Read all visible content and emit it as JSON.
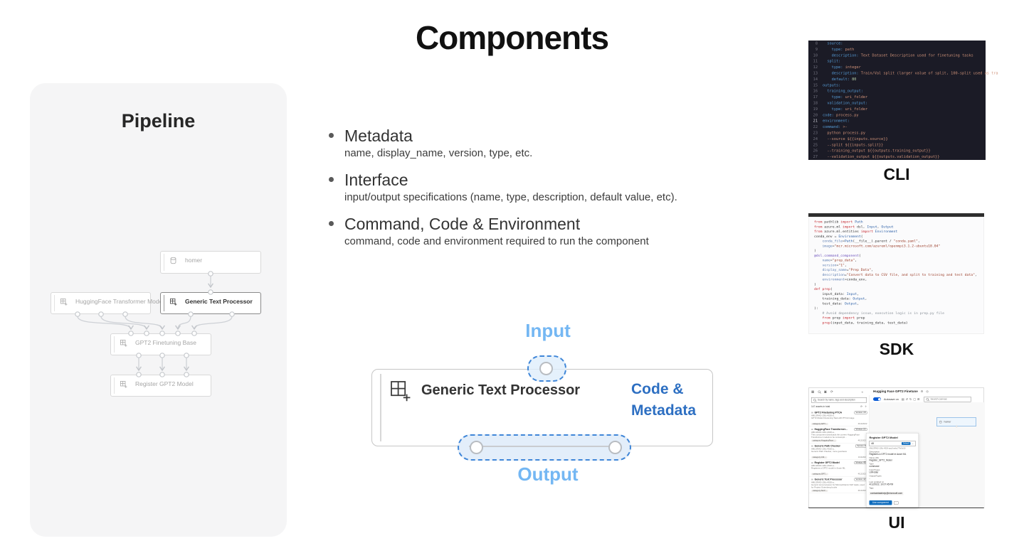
{
  "title": "Components",
  "colors": {
    "port_label_blue": "#74b7f3",
    "side_label_blue": "#2d6fc2",
    "dashed_blue": "#3f86d8",
    "panel_gray": "#f5f5f6",
    "cli_bg": "#1b1b26",
    "ui_accent_blue": "#0f6cbd"
  },
  "pipeline": {
    "heading": "Pipeline",
    "nodes": {
      "homer": "homer",
      "hf": "HuggingFace Transformer Model",
      "gtp": "Generic Text Processor",
      "finetune": "GPT2 Finetuning Base",
      "register": "Register GPT2 Model"
    }
  },
  "bullets": [
    {
      "title": "Metadata",
      "desc": "name, display_name, version, type, etc."
    },
    {
      "title": "Interface",
      "desc": "input/output specifications (name, type, description, default value, etc)."
    },
    {
      "title": "Command, Code & Environment",
      "desc": "command, code and environment required to run the component"
    }
  ],
  "component_diagram": {
    "input_label": "Input",
    "output_label": "Output",
    "card_title": "Generic Text Processor",
    "side_label_line1": "Code &",
    "side_label_line2": "Metadata"
  },
  "cli": {
    "caption": "CLI",
    "lines": [
      {
        "n": "8",
        "parts": [
          [
            "k",
            "  source:"
          ]
        ]
      },
      {
        "n": "9",
        "parts": [
          [
            "k",
            "    type:"
          ],
          [
            "v",
            " path"
          ]
        ]
      },
      {
        "n": "10",
        "parts": [
          [
            "k",
            "    description:"
          ],
          [
            "v",
            " Text Dataset Description used for finetuning tasks"
          ]
        ]
      },
      {
        "n": "11",
        "parts": [
          [
            "k",
            "  split:"
          ]
        ]
      },
      {
        "n": "12",
        "parts": [
          [
            "k",
            "    type:"
          ],
          [
            "v",
            " integer"
          ]
        ]
      },
      {
        "n": "13",
        "parts": [
          [
            "k",
            "    description:"
          ],
          [
            "v",
            " Train/Val split (larger value of split, 100-split used as tra"
          ]
        ]
      },
      {
        "n": "14",
        "parts": [
          [
            "k",
            "    default:"
          ],
          [
            "n",
            " 80"
          ]
        ]
      },
      {
        "n": "15",
        "parts": [
          [
            "k",
            "outputs:"
          ]
        ]
      },
      {
        "n": "16",
        "parts": [
          [
            "k",
            "  training_output:"
          ]
        ]
      },
      {
        "n": "17",
        "parts": [
          [
            "k",
            "    type:"
          ],
          [
            "v",
            " uri_folder"
          ]
        ]
      },
      {
        "n": "18",
        "parts": [
          [
            "k",
            "  validation_output:"
          ]
        ]
      },
      {
        "n": "19",
        "parts": [
          [
            "k",
            "    type:"
          ],
          [
            "v",
            " uri_folder"
          ]
        ]
      },
      {
        "n": "20",
        "parts": [
          [
            "k",
            "code:"
          ],
          [
            "v",
            " process.py"
          ]
        ]
      },
      {
        "n": "21",
        "parts": [
          [
            "k",
            "environment:"
          ]
        ]
      },
      {
        "n": "22",
        "parts": [
          [
            "k",
            "command:"
          ],
          [
            "v",
            " >-"
          ]
        ]
      },
      {
        "n": "23",
        "parts": [
          [
            "v",
            "  python process.py"
          ]
        ]
      },
      {
        "n": "24",
        "parts": [
          [
            "v",
            "  --source ${{inputs.source}}"
          ]
        ]
      },
      {
        "n": "25",
        "parts": [
          [
            "v",
            "  --split ${{inputs.split}}"
          ]
        ]
      },
      {
        "n": "26",
        "parts": [
          [
            "v",
            "  --training_output ${{outputs.training_output}}"
          ]
        ]
      },
      {
        "n": "27",
        "parts": [
          [
            "v",
            "  --validation_output ${{outputs.validation_output}}"
          ]
        ]
      }
    ]
  },
  "sdk": {
    "caption": "SDK",
    "lines": [
      [
        [
          "kw",
          "from"
        ],
        [
          "pl",
          " pathlib "
        ],
        [
          "kw",
          "import"
        ],
        [
          "ty",
          " Path"
        ]
      ],
      [
        [
          "kw",
          "from"
        ],
        [
          "pl",
          " azure.ml "
        ],
        [
          "kw",
          "import"
        ],
        [
          "pl",
          " dsl, "
        ],
        [
          "ty",
          "Input"
        ],
        [
          "pl",
          ", "
        ],
        [
          "ty",
          "Output"
        ]
      ],
      [
        [
          "kw",
          "from"
        ],
        [
          "pl",
          " azure.ml.entities "
        ],
        [
          "kw",
          "import"
        ],
        [
          "ty",
          " Environment"
        ]
      ],
      [
        [
          "pl",
          ""
        ]
      ],
      [
        [
          "pl",
          "conda_env = "
        ],
        [
          "ty",
          "Environment"
        ],
        [
          "pl",
          "("
        ]
      ],
      [
        [
          "pr",
          "    conda_file"
        ],
        [
          "pl",
          "="
        ],
        [
          "ty",
          "Path"
        ],
        [
          "pl",
          "(__file__).parent / "
        ],
        [
          "st",
          "\"conda.yaml\""
        ],
        [
          "pl",
          ","
        ]
      ],
      [
        [
          "pr",
          "    image"
        ],
        [
          "pl",
          "="
        ],
        [
          "st",
          "\"mcr.microsoft.com/azureml/openmpi3.1.2-ubuntu18.04\""
        ]
      ],
      [
        [
          "pl",
          ")"
        ]
      ],
      [
        [
          "pl",
          ""
        ]
      ],
      [
        [
          "dec",
          "@dsl.command_component"
        ],
        [
          "pl",
          "("
        ]
      ],
      [
        [
          "pr",
          "    name"
        ],
        [
          "pl",
          "="
        ],
        [
          "st",
          "\"prep_data\""
        ],
        [
          "pl",
          ","
        ]
      ],
      [
        [
          "pr",
          "    version"
        ],
        [
          "pl",
          "="
        ],
        [
          "st",
          "\"1\""
        ],
        [
          "pl",
          ","
        ]
      ],
      [
        [
          "pr",
          "    display_name"
        ],
        [
          "pl",
          "="
        ],
        [
          "st",
          "\"Prep Data\""
        ],
        [
          "pl",
          ","
        ]
      ],
      [
        [
          "pr",
          "    description"
        ],
        [
          "pl",
          "="
        ],
        [
          "st",
          "\"Convert data to CSV file, and split to training and test data\""
        ],
        [
          "pl",
          ","
        ]
      ],
      [
        [
          "pr",
          "    environment"
        ],
        [
          "pl",
          "=conda_env,"
        ]
      ],
      [
        [
          "pl",
          ")"
        ]
      ],
      [
        [
          "kw",
          "def"
        ],
        [
          "fn",
          " prep"
        ],
        [
          "pl",
          "("
        ]
      ],
      [
        [
          "pl",
          "    input_data: "
        ],
        [
          "ty",
          "Input"
        ],
        [
          "pl",
          ","
        ]
      ],
      [
        [
          "pl",
          "    training_data: "
        ],
        [
          "ty",
          "Output"
        ],
        [
          "pl",
          ","
        ]
      ],
      [
        [
          "pl",
          "    test_data: "
        ],
        [
          "ty",
          "Output"
        ],
        [
          "pl",
          ","
        ]
      ],
      [
        [
          "pl",
          "):"
        ]
      ],
      [
        [
          "cm",
          "    # Avoid dependency issue, execution logic is in prep.py file"
        ]
      ],
      [
        [
          "kw",
          "    from"
        ],
        [
          "pl",
          " prep "
        ],
        [
          "kw",
          "import"
        ],
        [
          "pl",
          " prep"
        ]
      ],
      [
        [
          "fn",
          "    prep"
        ],
        [
          "pl",
          "(input_data, training_data, test_data)"
        ]
      ]
    ]
  },
  "ui": {
    "caption": "UI",
    "window_title": "Hugging Face GPT2 Finetune",
    "toolbar": {
      "autosave": "Autosave on",
      "search_placeholder": "Search canvas"
    },
    "assets_panel": {
      "search_placeholder": "Search by name, tags and description",
      "count": "147 assets in total",
      "cards": [
        {
          "title": "GPT2 Finetuning PTCA",
          "version": "Version 18",
          "id": "AMLGRAD-130c-4026-a...",
          "desc": "GPT2 Model Finetuning Task with PTCA Image",
          "tag": "category:GPT...",
          "date": "4/12/2022"
        },
        {
          "title": "HuggingFace Transformer...",
          "version": "Version 22",
          "id": "AMLGRAD-130c-4026-a...",
          "desc": "This component downloads the current HuggingFace Transformer models to be consumpti...",
          "tag": "category:HuggingFace...",
          "date": "4/12/2022"
        },
        {
          "title": "Generic Path Checker",
          "version": "Version 8",
          "id": "AMLGRAD-130c-4026-a...",
          "desc": "Generic Path Checker, more goodness",
          "tag": "category:Util...",
          "date": "4/11/2022"
        },
        {
          "title": "Register GPT2 Model",
          "version": "Version 48",
          "id": "AMLGRAD-130c-4026-a...",
          "desc": "Registers a GPT2 model in Azure ML",
          "tag": "category:GPT...",
          "date": "4/12/2022"
        },
        {
          "title": "Generic Text Processor",
          "version": "Version 42",
          "id": "AMLGRAD-130c-4026-a...",
          "desc": "Generic text processor for Microsoft/arxiv NLP tasks, used for Project Gutenberg books",
          "tag": "category:NLP...",
          "date": "4/12/2022"
        }
      ]
    },
    "canvas_node": "homer",
    "detail_panel": {
      "title": "Register GPT2 Model",
      "version_value": "48",
      "default_chip": "Default",
      "id_line": "AMLGRAD-130c-4026-aac3-aebc77fe5d10",
      "fields": [
        {
          "label": "Description",
          "value": "Registers a GPT2 model in Azure ML"
        },
        {
          "label": "Name (ID)",
          "value": "Register_GPT2_Model"
        },
        {
          "label": "Type",
          "value": "command"
        },
        {
          "label": "Input/Types",
          "value": "UriFolder"
        },
        {
          "label": "Output/Types",
          "value": "-"
        },
        {
          "label": "Last updated on",
          "value": "4/12/2022, 10:07:45 PM"
        },
        {
          "label": "Tags",
          "value": "contactdatahelp@microsoft.com"
        }
      ],
      "use_button": "Use component",
      "more_button": "..."
    }
  }
}
